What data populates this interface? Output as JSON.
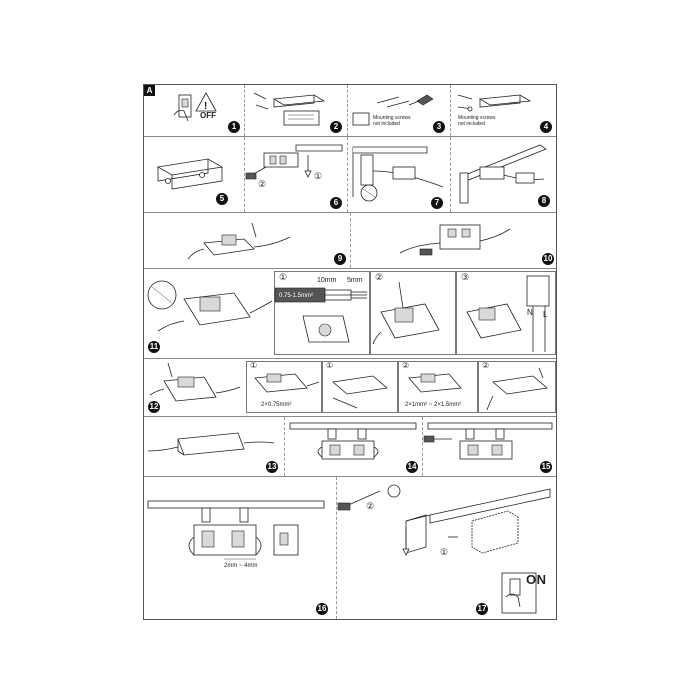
{
  "section_label": "A",
  "steps": [
    "1",
    "2",
    "3",
    "4",
    "5",
    "6",
    "7",
    "8",
    "9",
    "10",
    "11",
    "12",
    "13",
    "14",
    "15",
    "16",
    "17"
  ],
  "text": {
    "off": "OFF",
    "on": "ON",
    "mounting_screws_1": "Mounting screws",
    "not_included_1": "not included",
    "mounting_screws_2": "Mounting screws",
    "not_included_2": "not included",
    "circ1": "①",
    "circ2": "②",
    "circ3": "③",
    "dim_10mm": "10mm",
    "dim_5mm": "5mm",
    "wire_gauge": "0.75-1.5mm²",
    "n_label": "N",
    "l_label": "L",
    "gauge_2x075": "2×0.75mm²",
    "gauge_2x1": "2×1mm² ~ 2×1.5mm²",
    "gap": "2mm ~ 4mm"
  }
}
